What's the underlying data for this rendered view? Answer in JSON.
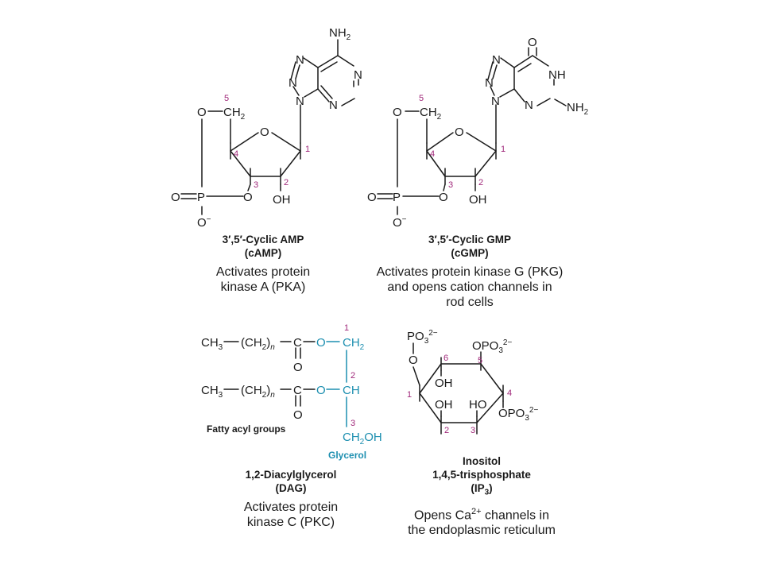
{
  "colors": {
    "ink": "#1a1a1a",
    "locant": "#a0287a",
    "glycerol": "#1d8fb0"
  },
  "atoms": {
    "O": "O",
    "P": "P",
    "N": "N",
    "H": "H",
    "C": "C",
    "OH": "OH",
    "HO": "HO",
    "NH": "NH",
    "NH2": "NH",
    "CH2": "CH",
    "CH3": "CH",
    "CH": "CH",
    "CH2n": "(CH",
    "n": "n",
    "CH2OH_a": "CH",
    "CH2OH_b": "OH",
    "PO3": "PO",
    "OPO3": "OPO",
    "sub2": "2",
    "sub3": "3",
    "charge": "2−",
    "minus": "−"
  },
  "locants": {
    "one": "1",
    "two": "2",
    "three": "3",
    "four": "4",
    "five": "5",
    "six": "6"
  },
  "labels": {
    "fatty_acyl": "Fatty acyl groups",
    "glycerol": "Glycerol"
  },
  "camp": {
    "name_line1": "3′,5′-Cyclic AMP",
    "name_line2": "(cAMP)",
    "desc_line1": "Activates protein",
    "desc_line2": "kinase A (PKA)"
  },
  "cgmp": {
    "name_line1": "3′,5′-Cyclic GMP",
    "name_line2": "(cGMP)",
    "desc_line1": "Activates protein kinase G (PKG)",
    "desc_line2": "and opens cation channels in",
    "desc_line3": "rod cells"
  },
  "dag": {
    "name_line1": "1,2-Diacylglycerol",
    "name_line2": "(DAG)",
    "desc_line1": "Activates protein",
    "desc_line2": "kinase C (PKC)"
  },
  "ip3": {
    "name_line1": "Inositol",
    "name_line2": "1,4,5-trisphosphate",
    "name_line3a": "(IP",
    "name_line3b": "3",
    "name_line3c": ")",
    "desc_line1a": "Opens Ca",
    "desc_line1b": "2+",
    "desc_line1c": " channels in",
    "desc_line2": "the endoplasmic reticulum"
  }
}
